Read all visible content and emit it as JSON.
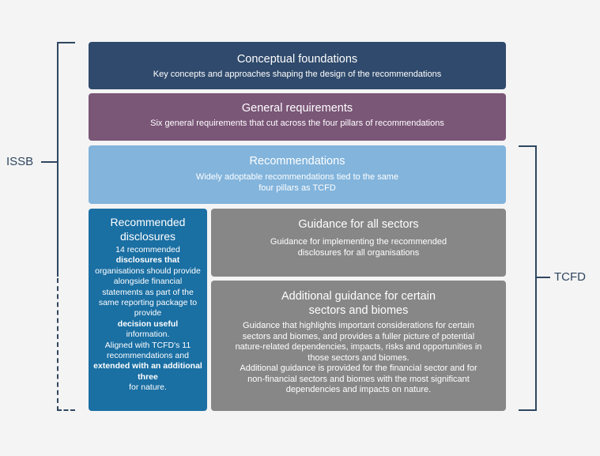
{
  "labels": {
    "issb": "ISSB",
    "tcfd": "TCFD"
  },
  "colors": {
    "conceptual": "#2f4a6c",
    "general": "#7a5677",
    "recommendations": "#82b4dc",
    "disclosures": "#1a6fa3",
    "guidance": "#878787",
    "bracket": "#2f4660"
  },
  "conceptual": {
    "title": "Conceptual foundations",
    "subtitle": "Key concepts and approaches shaping the design of the recommendations"
  },
  "general": {
    "title": "General requirements",
    "subtitle": "Six general requirements that cut across the four pillars of recommendations"
  },
  "recommendations": {
    "title": "Recommendations",
    "subtitle_1": "Widely adoptable recommendations tied to the same",
    "subtitle_2": "four pillars as TCFD"
  },
  "disclosures": {
    "title": "Recommended disclosures",
    "t1": "14 recommended",
    "t2": "disclosures that",
    "t3": "organisations should provide alongside financial statements as part of the same reporting package to provide",
    "t4": "decision useful",
    "t5": "information.",
    "t6": "Aligned with TCFD's 11 recommendations and",
    "t7": "extended with an additional three",
    "t8": "for nature."
  },
  "guidance_all": {
    "title": "Guidance for all sectors",
    "subtitle_1": "Guidance  for implementing the recommended",
    "subtitle_2": "disclosures for all organisations"
  },
  "guidance_additional": {
    "title_1": "Additional guidance for certain",
    "title_2": "sectors and biomes",
    "body_1": "Guidance that highlights important considerations for certain sectors and biomes, and provides a fuller picture of potential nature-related dependencies, impacts, risks and opportunities in those sectors and biomes.",
    "body_2": "Additional guidance is provided for the financial sector and for non-financial sectors and biomes with the most significant dependencies and impacts on nature."
  }
}
